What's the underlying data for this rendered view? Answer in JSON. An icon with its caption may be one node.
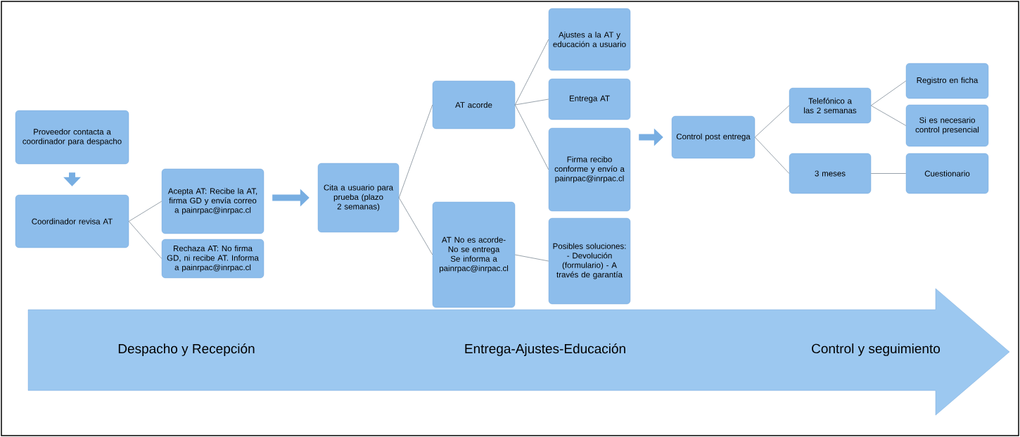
{
  "diagram": {
    "nodes": [
      {
        "text": [
          "Proveedor contacta a coordinador para despacho"
        ]
      },
      {
        "text": [
          "Coordinador revisa AT"
        ]
      },
      {
        "text": [
          "Acepta AT: Recibe la AT, firma GD y envía correo a painrpac@inrpac.cl"
        ]
      },
      {
        "text": [
          "Rechaza AT: No firma GD, ni recibe AT. Informa a painrpac@inrpac.cl"
        ]
      },
      {
        "text": [
          "Cita a usuario para prueba (plazo 2 semanas)"
        ]
      },
      {
        "text": [
          "AT acorde"
        ]
      },
      {
        "text": [
          "AT No es acorde- No se entrega Se informa a painrpac@inrpac.cl"
        ]
      },
      {
        "text": [
          "Ajustes a la AT y educación a usuario"
        ]
      },
      {
        "text": [
          "Entrega AT"
        ]
      },
      {
        "text": [
          "Firma recibo conforme y envío a painrpac@inrpac.cl"
        ]
      },
      {
        "text": [
          "Posibles soluciones: - Devolución (formulario) - A través de garantía"
        ]
      },
      {
        "text": [
          "Control post entrega"
        ]
      },
      {
        "text": [
          "Telefónico a las 2 semanas"
        ]
      },
      {
        "text": [
          "Registro en ficha"
        ]
      },
      {
        "text": [
          "Si es necesario control presencial"
        ]
      },
      {
        "text": [
          "3 meses"
        ]
      },
      {
        "text": [
          "Cuestionario"
        ]
      },
      {
        "text": [
          "Despacho y Recepción",
          "Entrega-Ajustes-Educación",
          "Control y seguimiento"
        ]
      }
    ],
    "edges": [
      {
        "from": 0,
        "to": 1,
        "arrow": "to",
        "style": "thick"
      },
      {
        "from": 1,
        "to": 2,
        "arrow": "none"
      },
      {
        "from": 1,
        "to": 3,
        "arrow": "none"
      },
      {
        "from": 2,
        "to": 4,
        "arrow": "to",
        "style": "thick"
      },
      {
        "from": 4,
        "to": 5,
        "arrow": "none"
      },
      {
        "from": 4,
        "to": 6,
        "arrow": "none"
      },
      {
        "from": 5,
        "to": 7,
        "arrow": "none"
      },
      {
        "from": 5,
        "to": 8,
        "arrow": "none"
      },
      {
        "from": 5,
        "to": 9,
        "arrow": "none"
      },
      {
        "from": 6,
        "to": 10,
        "arrow": "none"
      },
      {
        "from": 9,
        "to": 11,
        "arrow": "to",
        "style": "thick"
      },
      {
        "from": 11,
        "to": 12,
        "arrow": "none"
      },
      {
        "from": 11,
        "to": 15,
        "arrow": "none"
      },
      {
        "from": 12,
        "to": 13,
        "arrow": "none"
      },
      {
        "from": 12,
        "to": 14,
        "arrow": "none"
      },
      {
        "from": 15,
        "to": 16,
        "arrow": "none"
      }
    ]
  }
}
